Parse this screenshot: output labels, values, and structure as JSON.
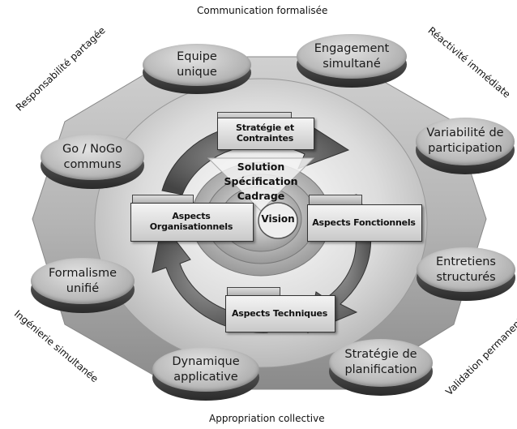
{
  "labels": {
    "top": "Communication formalisée",
    "bottom": "Appropriation collective",
    "top_left": "Responsabilité partagée",
    "top_right": "Réactivité immédiate",
    "bottom_left": "Ingénierie simultanée",
    "bottom_right": "Validation permanente"
  },
  "nodes": {
    "equipe": "Equipe\nunique",
    "engagement": "Engagement\nsimultané",
    "variabilite": "Variabilité  de\nparticipation",
    "entretiens": "Entretiens\nstructurés",
    "strategie_planif": "Stratégie de\nplanification",
    "dynamique": "Dynamique\napplicative",
    "formalisme": "Formalisme\nunifié",
    "gonogo": "Go / NoGo\ncommuns"
  },
  "aspects": {
    "strategie": "Stratégie et Contraintes",
    "organisationnels": "Aspects Organisationnels",
    "fonctionnels": "Aspects Fonctionnels",
    "techniques": "Aspects Techniques"
  },
  "center": {
    "solution": "Solution",
    "specification": "Spécification",
    "cadrage": "Cadrage",
    "vision": "Vision"
  }
}
